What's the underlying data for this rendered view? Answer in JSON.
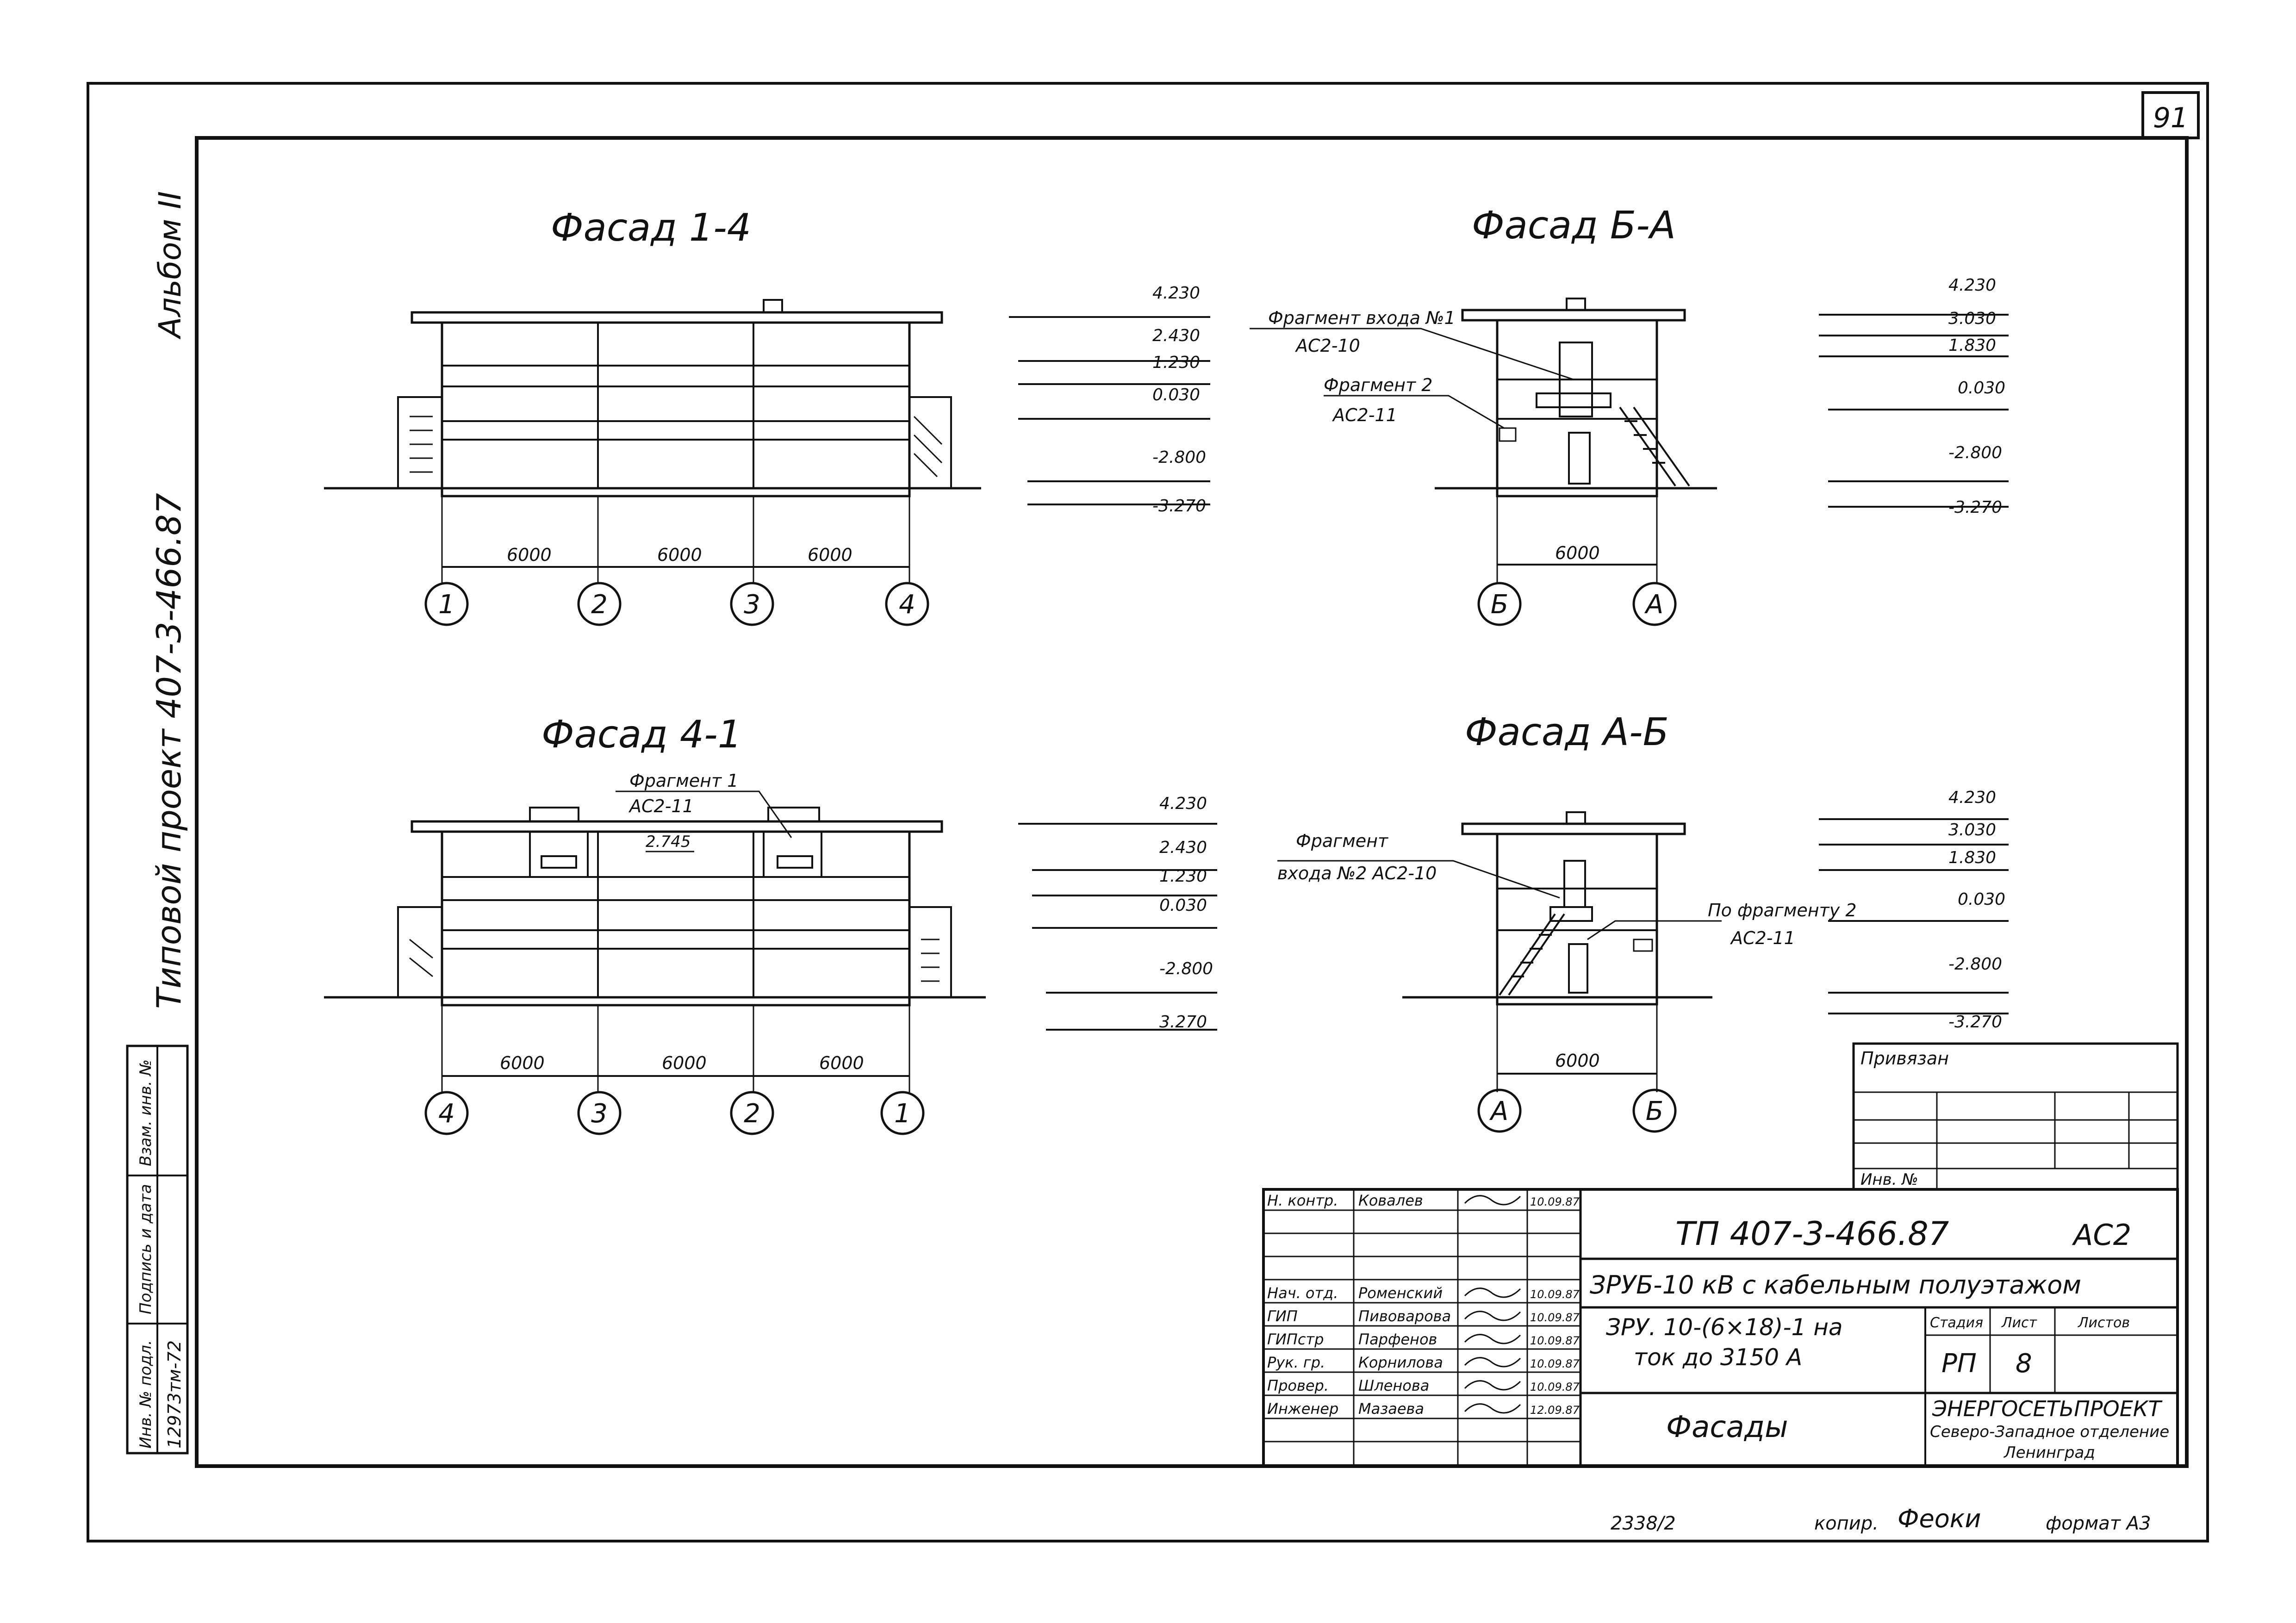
{
  "sheet": {
    "page_number": "91",
    "album": "Альбом II",
    "project_vertical": "Типовой проект 407-3-466.87",
    "bottom_note": "2338/2",
    "copied_label": "копир.",
    "copied_sign": "Феоки",
    "format": "формат А3"
  },
  "left_strip": {
    "inv_podl": "Инв. № подл.",
    "inv_value": "12973тм-72",
    "sign_date": "Подпись и дата",
    "vzam": "Взам. инв. №"
  },
  "facades": {
    "f14": {
      "title": "Фасад 1-4",
      "levels": [
        "4.230",
        "2.430",
        "1.230",
        "0.030",
        "-2.800",
        "-3.270"
      ],
      "spans": [
        "6000",
        "6000",
        "6000"
      ],
      "axes": [
        "1",
        "2",
        "3",
        "4"
      ]
    },
    "fba": {
      "title": "Фасад Б-А",
      "note1_a": "Фрагмент входа №1",
      "note1_b": "АС2-10",
      "note2_a": "Фрагмент 2",
      "note2_b": "АС2-11",
      "levels": [
        "4.230",
        "3.030",
        "1.830",
        "0.030",
        "-2.800",
        "-3.270"
      ],
      "spans": [
        "6000"
      ],
      "axes": [
        "Б",
        "А"
      ]
    },
    "f41": {
      "title": "Фасад 4-1",
      "note1_a": "Фрагмент 1",
      "note1_b": "АС2-11",
      "inner_level": "2.745",
      "levels": [
        "4.230",
        "2.430",
        "1.230",
        "0.030",
        "-2.800",
        "3.270"
      ],
      "spans": [
        "6000",
        "6000",
        "6000"
      ],
      "axes": [
        "4",
        "3",
        "2",
        "1"
      ]
    },
    "fab": {
      "title": "Фасад А-Б",
      "note1_a": "Фрагмент",
      "note1_b": "входа №2 АС2-10",
      "note2_a": "По фрагменту 2",
      "note2_b": "АС2-11",
      "levels": [
        "4.230",
        "3.030",
        "1.830",
        "0.030",
        "-2.800",
        "-3.270"
      ],
      "spans": [
        "6000"
      ],
      "axes": [
        "А",
        "Б"
      ]
    }
  },
  "privyazan": {
    "label": "Привязан",
    "inv": "Инв. №"
  },
  "stamp": {
    "code": "ТП 407-3-466.87",
    "mark": "АС2",
    "title1": "ЗРУБ-10 кВ с кабельным полуэтажом",
    "title2_a": "ЗРУ. 10-(6×18)-1 на",
    "title2_b": "ток до 3150 А",
    "sheet_title": "Фасады",
    "stage_label": "Стадия",
    "sheet_label": "Лист",
    "sheets_label": "Листов",
    "stage": "РП",
    "sheet_no": "8",
    "org1": "ЭНЕРГОСЕТЬПРОЕКТ",
    "org2": "Северо-Западное отделение",
    "org3": "Ленинград",
    "people": [
      {
        "role": "Н. контр.",
        "name": "Ковалев",
        "date": "10.09.87"
      },
      {
        "role": "Нач. отд.",
        "name": "Роменский",
        "date": "10.09.87"
      },
      {
        "role": "ГИП",
        "name": "Пивоварова",
        "date": "10.09.87"
      },
      {
        "role": "ГИПстр",
        "name": "Парфенов",
        "date": "10.09.87"
      },
      {
        "role": "Рук. гр.",
        "name": "Корнилова",
        "date": "10.09.87"
      },
      {
        "role": "Провер.",
        "name": "Шленова",
        "date": "10.09.87"
      },
      {
        "role": "Инженер",
        "name": "Мазаева",
        "date": "12.09.87"
      }
    ]
  }
}
